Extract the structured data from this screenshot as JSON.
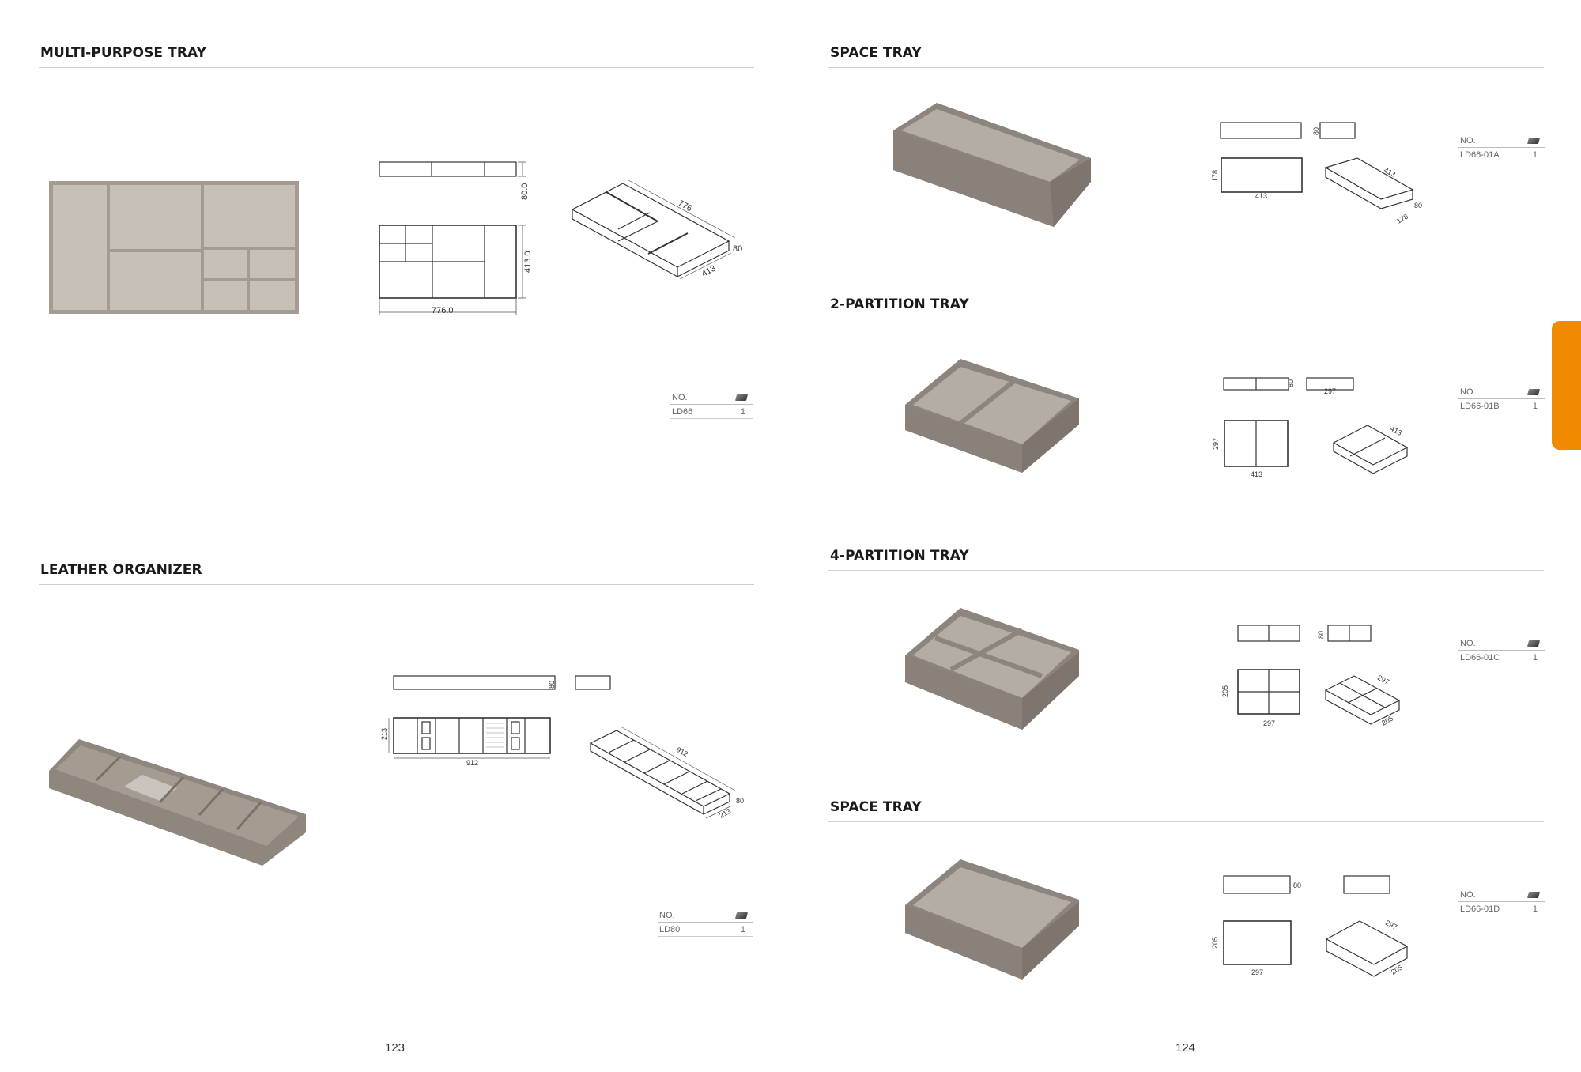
{
  "left_page": {
    "page_number": "123",
    "sections": [
      {
        "title": "MULTI-PURPOSE TRAY",
        "spec": {
          "header_no": "NO.",
          "header_icon": "block-icon",
          "code": "LD66",
          "qty": "1"
        },
        "dimensions": {
          "length": "776.0",
          "width": "413.0",
          "height": "80.0",
          "iso_length": "776",
          "iso_width": "413",
          "iso_height": "80"
        }
      },
      {
        "title": "LEATHER ORGANIZER",
        "spec": {
          "header_no": "NO.",
          "header_icon": "block-icon",
          "code": "LD80",
          "qty": "1"
        },
        "dimensions": {
          "length": "912",
          "width": "213",
          "height": "80",
          "iso_length": "912",
          "iso_width": "213",
          "iso_height": "80"
        }
      }
    ]
  },
  "right_page": {
    "page_number": "124",
    "sections": [
      {
        "title": "SPACE TRAY",
        "spec": {
          "header_no": "NO.",
          "header_icon": "block-icon",
          "code": "LD66-01A",
          "qty": "1"
        },
        "dimensions": {
          "length": "413",
          "width": "178",
          "height": "80",
          "iso_length": "413",
          "iso_width": "178",
          "iso_height": "80"
        }
      },
      {
        "title": "2-PARTITION TRAY",
        "spec": {
          "header_no": "NO.",
          "header_icon": "block-icon",
          "code": "LD66-01B",
          "qty": "1"
        },
        "dimensions": {
          "length": "413",
          "width": "297",
          "height": "80",
          "side_length": "297",
          "iso_length": "413",
          "iso_width": "297",
          "iso_height": "80"
        }
      },
      {
        "title": "4-PARTITION TRAY",
        "spec": {
          "header_no": "NO.",
          "header_icon": "block-icon",
          "code": "LD66-01C",
          "qty": "1"
        },
        "dimensions": {
          "length": "297",
          "width": "205",
          "height": "80",
          "iso_length": "297",
          "iso_width": "205",
          "iso_height": "80"
        }
      },
      {
        "title": "SPACE TRAY",
        "spec": {
          "header_no": "NO.",
          "header_icon": "block-icon",
          "code": "LD66-01D",
          "qty": "1"
        },
        "dimensions": {
          "length": "297",
          "width": "205",
          "height": "80",
          "iso_length": "297",
          "iso_width": "205",
          "iso_height": "80"
        }
      }
    ]
  },
  "colors": {
    "accent_tab": "#f08a00",
    "tray_leather": "#8d857d",
    "tray_lining": "#b8b2aa"
  }
}
